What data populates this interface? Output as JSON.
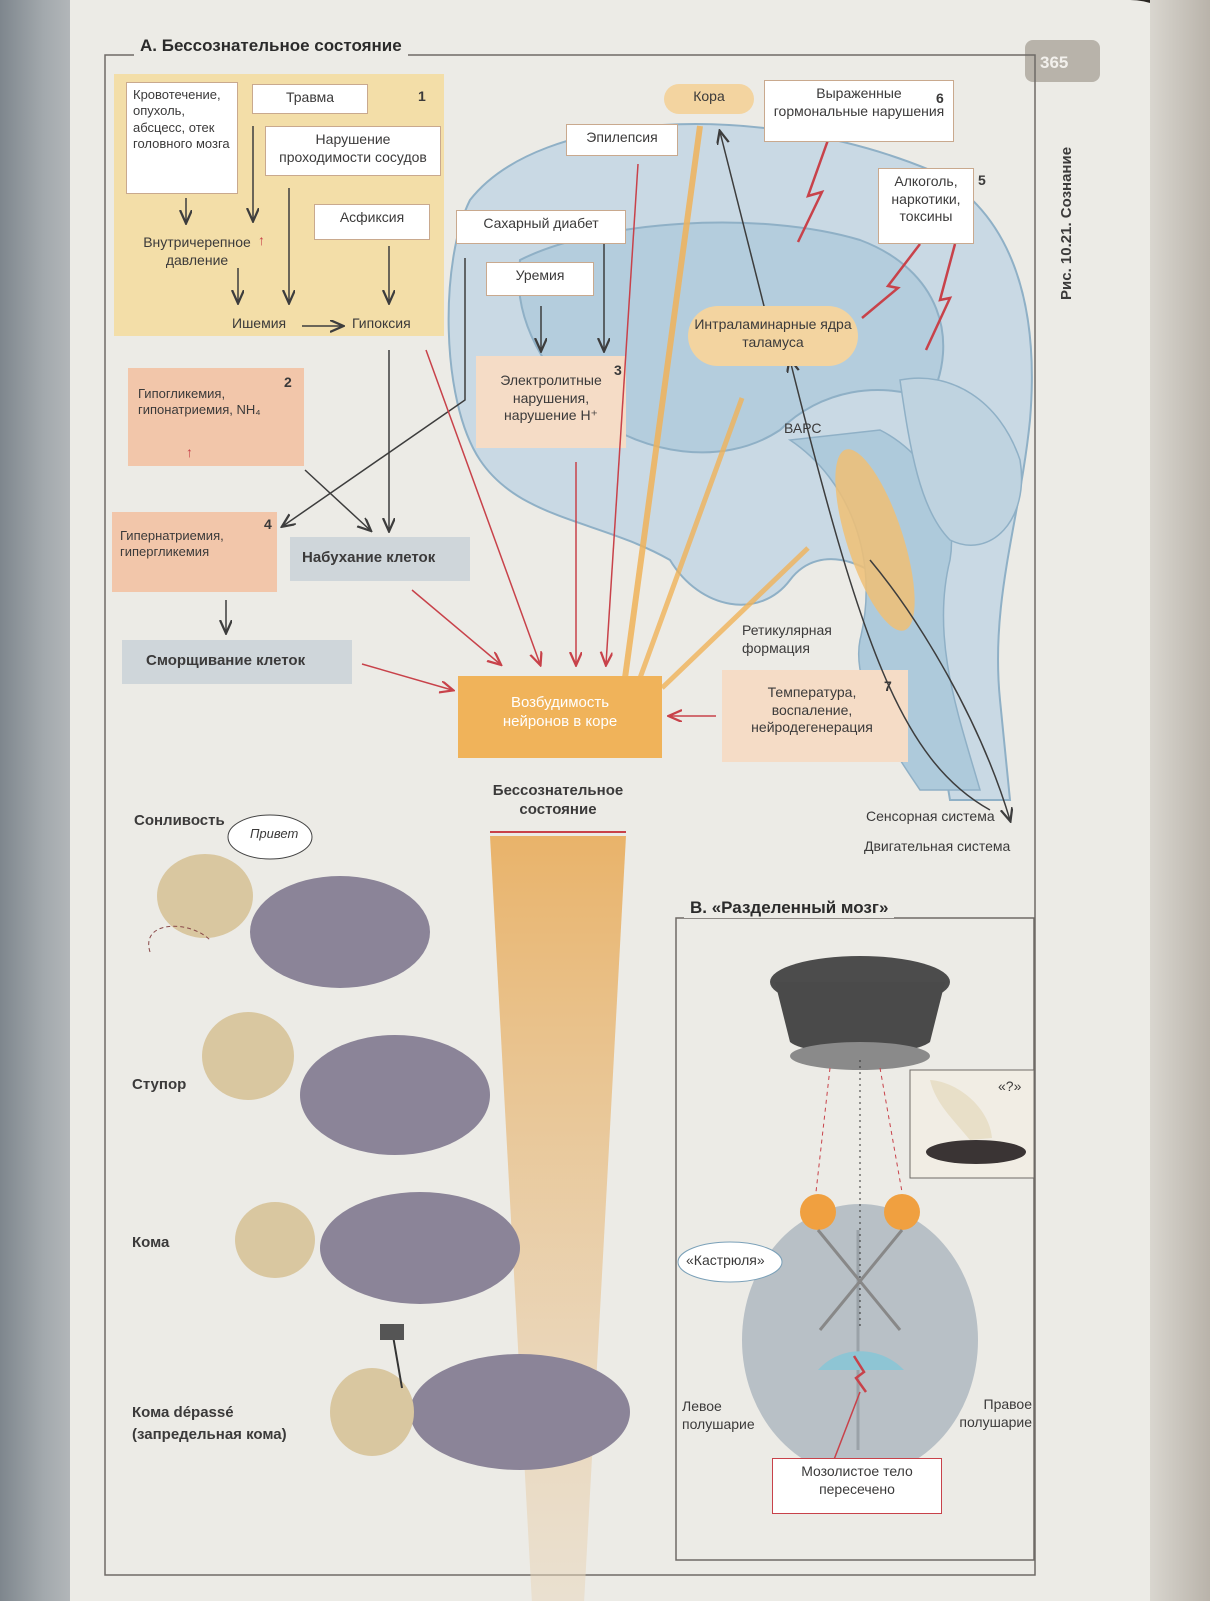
{
  "page": {
    "number": "365",
    "figure_caption": "Рис. 10.21. Сознание"
  },
  "section_a": {
    "title": "А. Бессознательное состояние",
    "causes": {
      "bleeding": "Кровотечение, опухоль, абсцесс, отек головного мозга",
      "trauma": "Травма",
      "number_1": "1",
      "vessel": "Нарушение проходимости сосудов",
      "asphyxia": "Асфиксия",
      "icp": "Внутричерепное давление",
      "ischemia": "Ишемия",
      "hypoxia": "Гипоксия",
      "hypo": "Гипогликемия, гипонатриемия, NH₄",
      "number_2": "2",
      "diabetes": "Сахарный диабет",
      "uremia": "Уремия",
      "electrolyte": "Электролитные нарушения, нарушение H⁺",
      "number_3": "3",
      "hyper": "Гипернатриемия, гипергликемия",
      "number_4": "4",
      "swelling": "Набухание клеток",
      "shrinking": "Сморщивание клеток",
      "epilepsy": "Эпилепсия",
      "cortex": "Кора",
      "hormonal": "Выраженные гормональные нарушения",
      "number_6": "6",
      "alcohol": "Алкоголь, наркотики, токсины",
      "number_5": "5",
      "intralaminar": "Интраламинарные ядра таламуса",
      "vars": "ВАРС",
      "reticular": "Ретикулярная формация",
      "temperature": "Температура, воспаление, нейродегенерация",
      "number_7": "7",
      "excitability": "Возбудимость нейронов в коре",
      "unconscious": "Бессознательное состояние",
      "sensory": "Сенсорная система",
      "motor": "Двигательная система"
    },
    "states": {
      "drowsiness": "Сонливость",
      "speech_bubble": "Привет",
      "stupor": "Ступор",
      "coma": "Кома",
      "coma_depasse": "Кома dépassé",
      "coma_depasse_ru": "(запредельная кома)"
    }
  },
  "section_b": {
    "title": "В. «Разделенный мозг»",
    "question": "«?»",
    "pot_label": "«Кастрюля»",
    "left": "Левое полушарие",
    "right": "Правое полушарие",
    "corpus": "Мозолистое тело пересечено"
  },
  "colors": {
    "yellow_bg": "#f3dea8",
    "peach_bg": "#f2c6aa",
    "orange": "#f0b35a",
    "grey_bg": "#cfd6da",
    "blue": "#a8c4d8",
    "red": "#c8424a"
  }
}
